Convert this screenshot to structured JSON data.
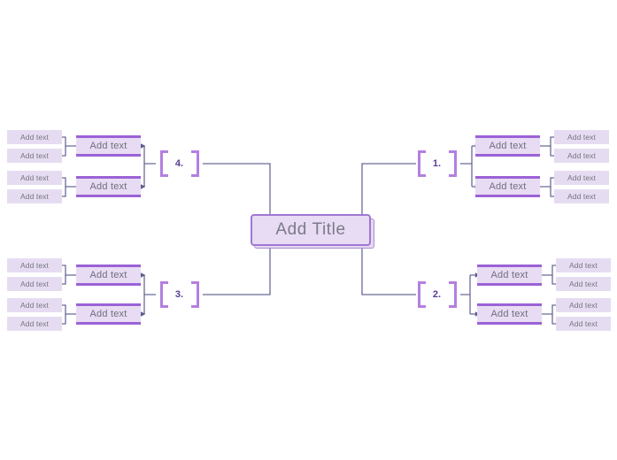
{
  "diagram": {
    "type": "mind-map",
    "title_node": {
      "label": "Add Title"
    },
    "colors": {
      "node_fill": "#e8dbf4",
      "node_border": "#a077d4",
      "accent_bar": "#9b62d6",
      "leaf_fill": "#e6dcf2",
      "connector": "#6b6b96",
      "bracket": "#b37fe0",
      "number_text": "#5b3b96",
      "label_text": "#6f6f7d",
      "background": "#ffffff"
    },
    "branches": [
      {
        "number": "1.",
        "position": "top-right",
        "nodes": [
          {
            "label": "Add text",
            "leaves": [
              {
                "label": "Add text"
              },
              {
                "label": "Add text"
              }
            ]
          },
          {
            "label": "Add text",
            "leaves": [
              {
                "label": "Add text"
              },
              {
                "label": "Add text"
              }
            ]
          }
        ]
      },
      {
        "number": "2.",
        "position": "bottom-right",
        "nodes": [
          {
            "label": "Add text",
            "leaves": [
              {
                "label": "Add text"
              },
              {
                "label": "Add text"
              }
            ]
          },
          {
            "label": "Add text",
            "leaves": [
              {
                "label": "Add text"
              },
              {
                "label": "Add text"
              }
            ]
          }
        ]
      },
      {
        "number": "3.",
        "position": "bottom-left",
        "nodes": [
          {
            "label": "Add text",
            "leaves": [
              {
                "label": "Add text"
              },
              {
                "label": "Add text"
              }
            ]
          },
          {
            "label": "Add text",
            "leaves": [
              {
                "label": "Add text"
              },
              {
                "label": "Add text"
              }
            ]
          }
        ]
      },
      {
        "number": "4.",
        "position": "top-left",
        "nodes": [
          {
            "label": "Add text",
            "leaves": [
              {
                "label": "Add text"
              },
              {
                "label": "Add text"
              }
            ]
          },
          {
            "label": "Add text",
            "leaves": [
              {
                "label": "Add text"
              },
              {
                "label": "Add text"
              }
            ]
          }
        ]
      }
    ]
  }
}
